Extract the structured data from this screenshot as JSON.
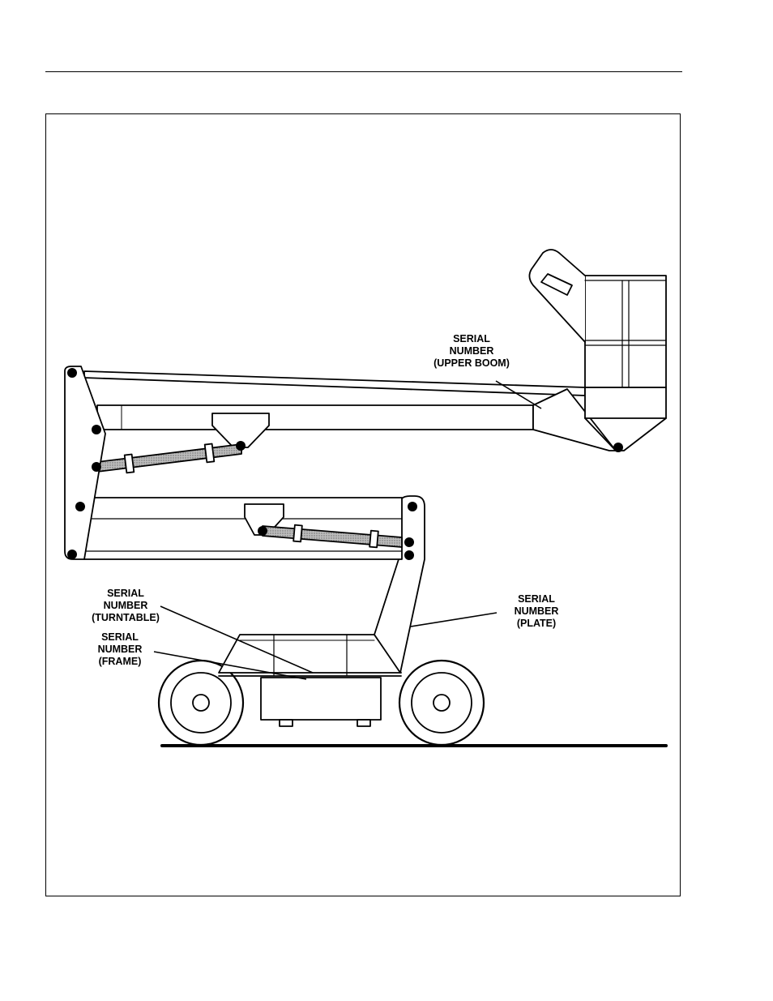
{
  "diagram": {
    "callouts": {
      "upper_boom": [
        "SERIAL",
        "NUMBER",
        "(UPPER BOOM)"
      ],
      "turntable": [
        "SERIAL",
        "NUMBER",
        "(TURNTABLE)"
      ],
      "frame": [
        "SERIAL",
        "NUMBER",
        "(FRAME)"
      ],
      "plate": [
        "SERIAL",
        "NUMBER",
        "(PLATE)"
      ]
    }
  }
}
